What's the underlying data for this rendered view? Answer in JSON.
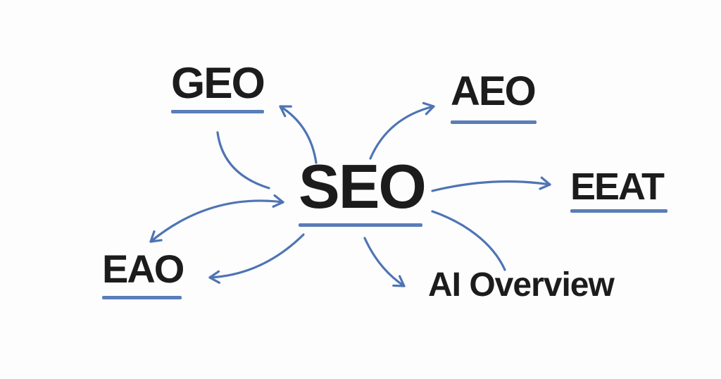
{
  "diagram": {
    "title": "SEO concept mind map",
    "background_color": "#fdfdfd",
    "arrow_color": "#4e74b4",
    "underline_color": "#5b7db8",
    "text_color": "#1c1c1c",
    "center": {
      "label": "SEO",
      "underlined": true
    },
    "nodes": [
      {
        "id": "geo",
        "label": "GEO",
        "underlined": true
      },
      {
        "id": "aeo",
        "label": "AEO",
        "underlined": true
      },
      {
        "id": "eeat",
        "label": "EEAT",
        "underlined": true
      },
      {
        "id": "eao",
        "label": "EAO",
        "underlined": true
      },
      {
        "id": "ai-overview",
        "label": "AI Overview",
        "underlined": false
      }
    ],
    "connections": [
      {
        "from": "SEO",
        "to": "GEO",
        "style": "arrow"
      },
      {
        "from": "GEO",
        "to": "SEO",
        "style": "line-no-head"
      },
      {
        "from": "SEO",
        "to": "AEO",
        "style": "arrow"
      },
      {
        "from": "SEO",
        "to": "EEAT",
        "style": "arrow"
      },
      {
        "from": "EAO",
        "to": "SEO",
        "style": "double-headed-arc"
      },
      {
        "from": "SEO",
        "to": "EAO",
        "style": "arrow"
      },
      {
        "from": "SEO",
        "to": "AI Overview",
        "style": "arrow"
      },
      {
        "from": "SEO",
        "to": "AI Overview",
        "style": "line-no-head"
      }
    ]
  }
}
